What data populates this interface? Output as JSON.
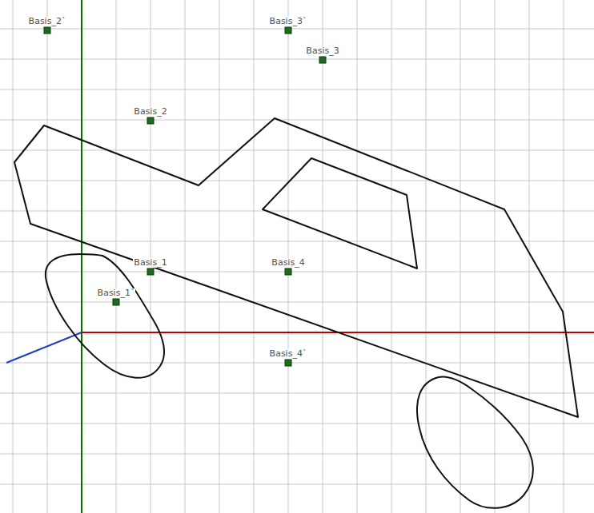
{
  "diagram": {
    "labels": [
      "Basis_2`",
      "Basis_3`",
      "Basis_3",
      "Basis_2",
      "Basis_1",
      "Basis_4",
      "Basis_1`",
      "Basis_4`"
    ]
  }
}
